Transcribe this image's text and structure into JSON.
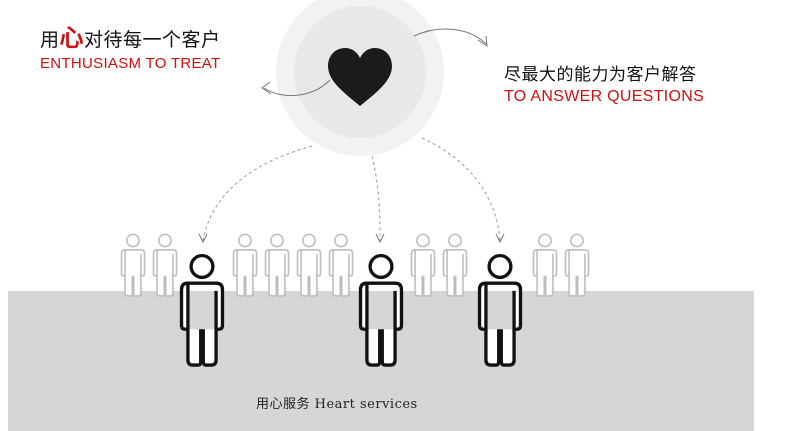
{
  "left_tagline": {
    "cn_accent": "心",
    "cn_prefix": "用",
    "cn_suffix": "对待每一个客户",
    "en": "ENTHUSIASM TO TREAT"
  },
  "right_tagline": {
    "cn": "尽最大的能力为客户解答",
    "en": "TO ANSWER QUESTIONS"
  },
  "footer_caption": "用心服务 Heart services",
  "colors": {
    "accent_red": "#cc1111",
    "floor_gray": "#d6d6d6",
    "heart_dark": "#1b1b1b",
    "figure_outline": "#111111",
    "figure_faded": "#bdbdbd"
  },
  "icons": {
    "center": "heart-icon",
    "person": "person-icon"
  }
}
